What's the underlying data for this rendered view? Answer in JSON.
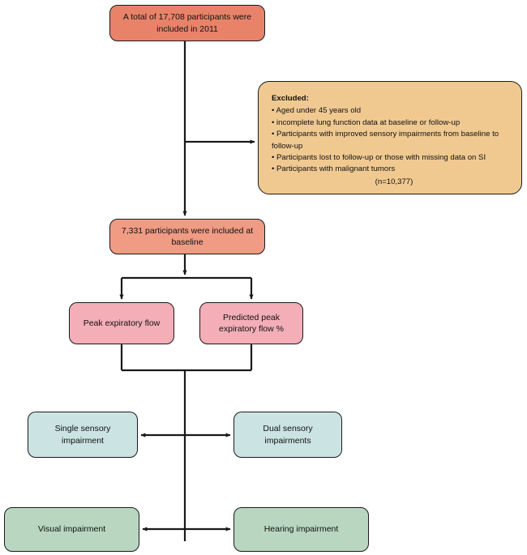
{
  "chart_data": {
    "type": "diagram",
    "title": "Participant flow diagram",
    "nodes": [
      {
        "id": "total",
        "label": "A total of 17,708 participants were included in 2011",
        "color": "#e8836a",
        "count": 17708,
        "year": 2011
      },
      {
        "id": "excluded",
        "label": "Excluded:",
        "color": "#f0c991",
        "count": 10377
      },
      {
        "id": "baseline",
        "label": "7,331 participants were included at baseline",
        "color": "#f09b84",
        "count": 7331
      },
      {
        "id": "pef",
        "label": "Peak expiratory flow",
        "color": "#f3aeb8"
      },
      {
        "id": "ppef",
        "label": "Predicted peak expiratory flow %",
        "color": "#f3aeb8"
      },
      {
        "id": "ssi",
        "label": "Single sensory impairment",
        "color": "#cbe3e3"
      },
      {
        "id": "dsi",
        "label": "Dual sensory impairments",
        "color": "#cbe3e3"
      },
      {
        "id": "visual",
        "label": "Visual impairment",
        "color": "#b9d6c1"
      },
      {
        "id": "hearing",
        "label": "Hearing impairment",
        "color": "#b9d6c1"
      }
    ],
    "edges": [
      {
        "from": "total",
        "to": "baseline",
        "type": "arrow"
      },
      {
        "from": "total",
        "to": "excluded",
        "type": "arrow"
      },
      {
        "from": "baseline",
        "to": "pef",
        "type": "arrow"
      },
      {
        "from": "baseline",
        "to": "ppef",
        "type": "arrow"
      },
      {
        "from": "pef",
        "to": "ssi",
        "type": "line"
      },
      {
        "from": "ppef",
        "to": "dsi",
        "type": "line"
      },
      {
        "from": "ssi",
        "to": "dsi",
        "type": "double-arrow"
      },
      {
        "from": "visual",
        "to": "hearing",
        "type": "double-arrow"
      }
    ]
  },
  "boxes": {
    "total_participants": {
      "line1": "A total of 17,708 participants were",
      "line2": "included in 2011"
    },
    "excluded": {
      "title": "Excluded:",
      "item1": "• Aged under 45 years old",
      "item2": "• incomplete lung function data at baseline or follow-up",
      "item3": "• Participants with improved sensory impairments from baseline to follow-up",
      "item4": "• Participants lost to follow-up or those with missing data on SI",
      "item5": "• Participants with malignant tumors",
      "count": "(n=10,377)"
    },
    "baseline": {
      "line1": "7,331 participants were included at",
      "line2": "baseline"
    },
    "peak_expiratory_flow": {
      "label": "Peak expiratory flow"
    },
    "predicted_peak_expiratory_flow": {
      "line1": "Predicted peak",
      "line2": "expiratory flow %"
    },
    "single_sensory_impairment": {
      "line1": "Single sensory",
      "line2": "impairment"
    },
    "dual_sensory_impairments": {
      "line1": "Dual sensory",
      "line2": "impairments"
    },
    "visual_impairment": {
      "label": "Visual impairment"
    },
    "hearing_impairment": {
      "label": "Hearing impairment"
    }
  },
  "colors": {
    "top_box": "#e8836a",
    "excluded_box": "#f0c991",
    "baseline_box": "#f09b84",
    "pink_box": "#f3aeb8",
    "teal_box": "#cbe3e3",
    "green_box": "#b9d6c1",
    "stroke": "#1a1a1a",
    "background": "#ffffff"
  }
}
